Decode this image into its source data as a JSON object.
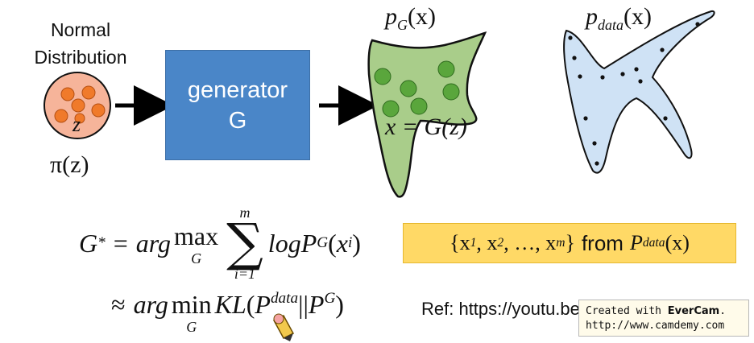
{
  "normal": {
    "line1": "Normal",
    "line2": "Distribution",
    "var": "z"
  },
  "pi": {
    "text": "π(z)"
  },
  "generator": {
    "line1": "generator",
    "line2": "G"
  },
  "pg": {
    "base": "p",
    "sub": "G",
    "arg": "(x)"
  },
  "pdata": {
    "base": "p",
    "sub": "data",
    "arg": "(x)"
  },
  "mapping": {
    "text": "x = G(z)"
  },
  "eq1": {
    "lhs": "G",
    "lhs_sup": "*",
    "eq": "=",
    "arg": "arg",
    "op": "max",
    "op_under": "G",
    "sum_top": "m",
    "sum_bottom": "i=1",
    "log": "log",
    "p": "P",
    "p_sub": "G",
    "open": "(",
    "x": "x",
    "x_sup": "i",
    "close": ")"
  },
  "eq2": {
    "approx": "≈",
    "arg": "arg",
    "op": "min",
    "op_under": "G",
    "kl": "KL",
    "open": "(",
    "p1": "P",
    "p1_sub": "data",
    "bars": "||",
    "p2": "P",
    "p2_sub": "G",
    "close": ")"
  },
  "samples": {
    "set_open": "{x",
    "s1": "1",
    "comma1": ", x",
    "s2": "2",
    "comma2": ", …, x",
    "s3": "m",
    "set_close": "}",
    "from": "from",
    "p": "P",
    "p_sub": "data",
    "arg": "(x)"
  },
  "ref": {
    "text": "Ref: https://youtu.be"
  },
  "watermark": {
    "line1_pre": "Created with ",
    "line1_brand": "EverCam",
    "line1_post": ".",
    "line2": "http://www.camdemy.com"
  },
  "colors": {
    "generator": "#4a86c8",
    "pg_fill": "#a9cd8a",
    "pg_dot": "#5aa63c",
    "pdata_fill": "#cfe2f5",
    "normal_fill": "#f6b49a",
    "normal_dot": "#f07a2a",
    "samples_bg": "#ffd966"
  }
}
